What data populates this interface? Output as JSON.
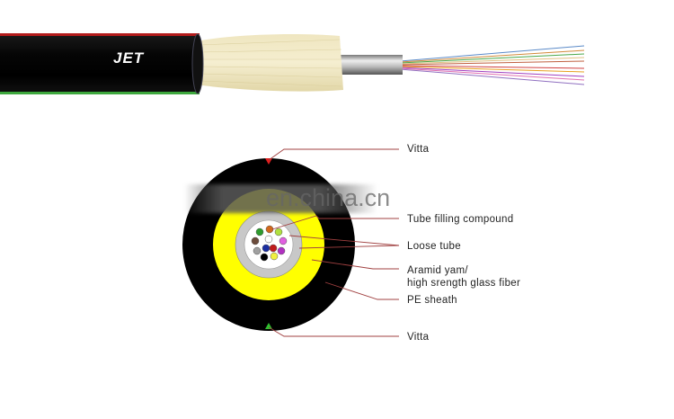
{
  "cable_render": {
    "brand_text": "JET",
    "jacket_color": "#000000",
    "top_stripe_color": "#b31b1b",
    "bottom_stripe_color": "#3ea83e",
    "fiber_colors": [
      "#5a8ac8",
      "#d28a3a",
      "#4aa84a",
      "#e0c080",
      "#c06040",
      "#d04040",
      "#e8a020",
      "#a040c0",
      "#e070b0",
      "#9070c0"
    ]
  },
  "cross_section": {
    "outer_sheath_color": "#000000",
    "aramid_color": "#ffff00",
    "tube_color": "#c8c8c8",
    "core_color": "#ffffff",
    "fibers": [
      {
        "color": "#d2691e"
      },
      {
        "color": "#2e9b2e"
      },
      {
        "color": "#b0e040"
      },
      {
        "color": "#6b4b3b"
      },
      {
        "color": "#ffffff"
      },
      {
        "color": "#e060e0"
      },
      {
        "color": "#1a2ea0"
      },
      {
        "color": "#c01a1a"
      },
      {
        "color": "#a0a0a0"
      },
      {
        "color": "#b030c0"
      },
      {
        "color": "#000000"
      },
      {
        "color": "#f0f040"
      }
    ],
    "vitta_top_color": "#e02020",
    "vitta_bottom_color": "#30c030"
  },
  "labels": {
    "vitta_top": "Vitta",
    "tube_filling": "Tube filling compound",
    "loose_tube": "Loose tube",
    "aramid_line1": "Aramid yam/",
    "aramid_line2": "high srength glass fiber",
    "pe_sheath": "PE sheath",
    "vitta_bottom": "Vitta"
  },
  "watermark": "en.china.cn"
}
